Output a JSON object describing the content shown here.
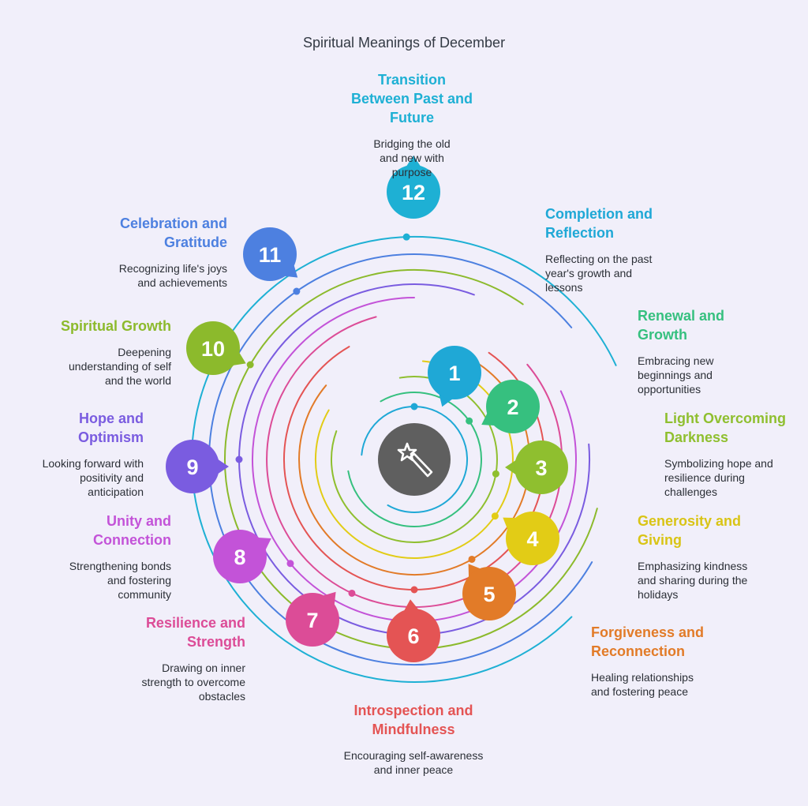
{
  "title": "Spiritual Meanings of December",
  "center_icon": "magic-wand-icon",
  "items": [
    {
      "num": "1",
      "title": "Completion and Reflection",
      "desc": "Reflecting on the past year's growth and lessons",
      "color": "#1fa8d6"
    },
    {
      "num": "2",
      "title": "Renewal and Growth",
      "desc": "Embracing new beginnings and opportunities",
      "color": "#36c07f"
    },
    {
      "num": "3",
      "title": "Light Overcoming Darkness",
      "desc": "Symbolizing hope and resilience during challenges",
      "color": "#8fbf2f"
    },
    {
      "num": "4",
      "title": "Generosity and Giving",
      "desc": "Emphasizing kindness and sharing during the holidays",
      "color": "#e2cc16"
    },
    {
      "num": "5",
      "title": "Forgiveness and Reconnection",
      "desc": "Healing relationships and fostering peace",
      "color": "#e27b28"
    },
    {
      "num": "6",
      "title": "Introspection and Mindfulness",
      "desc": "Encouraging self-awareness and inner peace",
      "color": "#e45454"
    },
    {
      "num": "7",
      "title": "Resilience and Strength",
      "desc": "Drawing on inner strength to overcome obstacles",
      "color": "#dc4c97"
    },
    {
      "num": "8",
      "title": "Unity and Connection",
      "desc": "Strengthening bonds and fostering community",
      "color": "#c353d8"
    },
    {
      "num": "9",
      "title": "Hope and Optimism",
      "desc": "Looking forward with positivity and anticipation",
      "color": "#7a5ce0"
    },
    {
      "num": "10",
      "title": "Spiritual Growth",
      "desc": "Deepening understanding of self and the world",
      "color": "#8cba2c"
    },
    {
      "num": "11",
      "title": "Celebration and Gratitude",
      "desc": "Recognizing life's joys and achievements",
      "color": "#4d80e0"
    },
    {
      "num": "12",
      "title": "Transition Between Past and Future",
      "desc": "Bridging the old and new with purpose",
      "color": "#1eb0d4"
    }
  ]
}
